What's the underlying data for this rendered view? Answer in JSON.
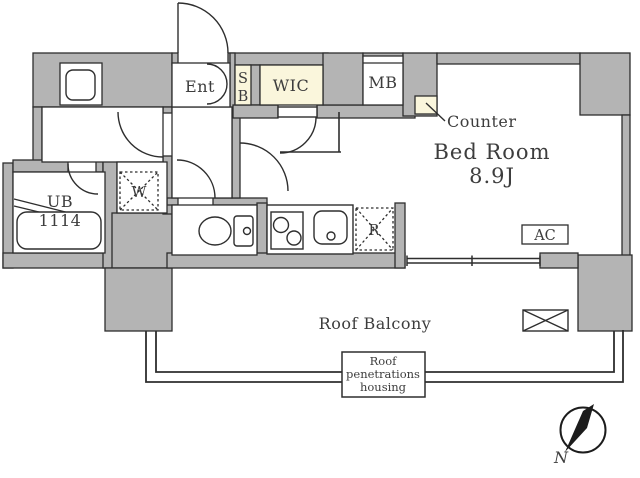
{
  "colors": {
    "wall_gray": "#b4b4b4",
    "line_dark": "#2e2e2e",
    "closet_cream": "#faf6dc",
    "text_gray": "#3d3d3d"
  },
  "labels": {
    "entrance": "Ent",
    "shoe_box_line1": "S",
    "shoe_box_line2": "B",
    "walk_in_closet": "WIC",
    "meter_box": "MB",
    "counter": "Counter",
    "bedroom_name": "Bed Room",
    "bedroom_size": "8.9J",
    "air_conditioner": "AC",
    "unit_bath_line1": "UB",
    "unit_bath_line2": "1114",
    "washing_machine": "W",
    "refrigerator": "R",
    "balcony": "Roof Balcony",
    "roof_housing_line1": "Roof",
    "roof_housing_line2": "penetrations",
    "roof_housing_line3": "housing",
    "compass_north": "N"
  }
}
